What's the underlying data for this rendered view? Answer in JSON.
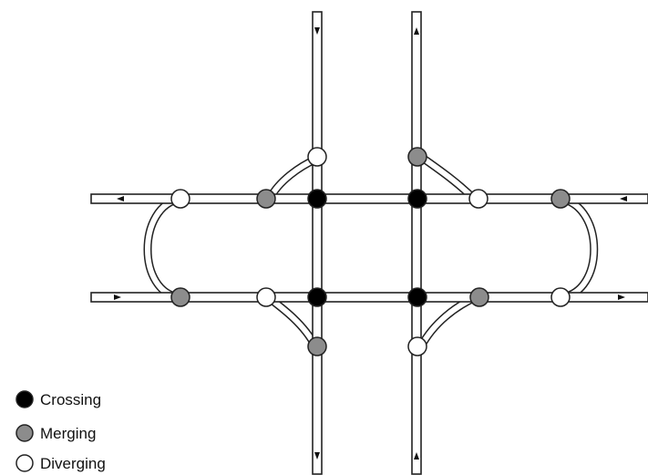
{
  "legend": {
    "crossing": {
      "label": "Crossing",
      "color": "#000000"
    },
    "merging": {
      "label": "Merging",
      "color": "#8c8c8c"
    },
    "diverging": {
      "label": "Diverging",
      "color": "#ffffff"
    }
  },
  "conflict_points": {
    "crossing": 4,
    "merging": 6,
    "diverging": 6
  },
  "colors": {
    "outline": "#222222",
    "crossing": "#000000",
    "merging": "#8c8c8c",
    "diverging": "#ffffff"
  }
}
